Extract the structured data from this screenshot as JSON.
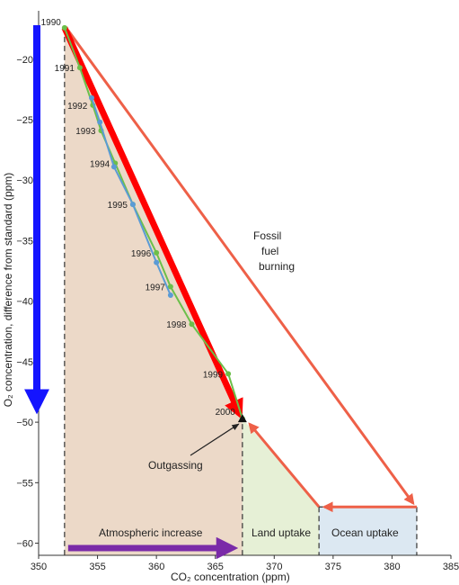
{
  "chart_data": {
    "type": "line",
    "title": "",
    "xlabel": "CO₂ concentration (ppm)",
    "ylabel": "O₂ concentration, difference from standard (ppm)",
    "xlim": [
      350,
      385
    ],
    "ylim": [
      -61,
      -16
    ],
    "xticks": [
      350,
      355,
      360,
      365,
      370,
      375,
      380,
      385
    ],
    "yticks": [
      -20,
      -25,
      -30,
      -35,
      -40,
      -45,
      -50,
      -55,
      -60
    ],
    "grid": false,
    "series": [
      {
        "color": "#6cbf4a",
        "points": [
          {
            "x": 352.2,
            "y": -17.4
          },
          {
            "x": 353.5,
            "y": -20.7
          },
          {
            "x": 354.6,
            "y": -23.8
          },
          {
            "x": 355.3,
            "y": -25.9
          },
          {
            "x": 356.5,
            "y": -28.6
          },
          {
            "x": 358.0,
            "y": -32.0
          },
          {
            "x": 360.0,
            "y": -36.0
          },
          {
            "x": 361.2,
            "y": -38.8
          },
          {
            "x": 363.0,
            "y": -41.9
          },
          {
            "x": 366.1,
            "y": -46.0
          },
          {
            "x": 367.3,
            "y": -49.7
          }
        ]
      },
      {
        "color": "#5b9bd5",
        "points": [
          {
            "x": 354.5,
            "y": -23.2
          },
          {
            "x": 355.2,
            "y": -25.2
          },
          {
            "x": 356.4,
            "y": -28.9
          },
          {
            "x": 358.0,
            "y": -32.0
          },
          {
            "x": 360.0,
            "y": -36.8
          },
          {
            "x": 361.2,
            "y": -39.5
          }
        ]
      }
    ],
    "year_labels": [
      {
        "year": "1990",
        "x": 352.2,
        "y": -17.4
      },
      {
        "year": "1991",
        "x": 353.5,
        "y": -20.7
      },
      {
        "year": "1992",
        "x": 354.6,
        "y": -23.8
      },
      {
        "year": "1993",
        "x": 355.3,
        "y": -25.9
      },
      {
        "year": "1994",
        "x": 356.5,
        "y": -28.6
      },
      {
        "year": "1995",
        "x": 358.0,
        "y": -32.0
      },
      {
        "year": "1996",
        "x": 360.0,
        "y": -36.0
      },
      {
        "year": "1997",
        "x": 361.2,
        "y": -38.8
      },
      {
        "year": "1998",
        "x": 363.0,
        "y": -41.9
      },
      {
        "year": "1999",
        "x": 366.1,
        "y": -46.0
      },
      {
        "year": "2000",
        "x": 367.3,
        "y": -49.7
      }
    ],
    "budget": {
      "start": {
        "x": 352.2,
        "y": -17.4
      },
      "observed_2000": {
        "x": 367.3,
        "y": -49.7
      },
      "fossil_fuel_end": {
        "x": 382.1,
        "y": -57.0
      },
      "land_ocean_corner": {
        "x": 373.8,
        "y": -57.0
      }
    },
    "regions": [
      {
        "label": "Atmospheric increase",
        "x_range": [
          352.2,
          367.3
        ],
        "color": "#ecd9c8"
      },
      {
        "label": "Land uptake",
        "x_range": [
          367.3,
          373.8
        ],
        "color": "#e6f0d6"
      },
      {
        "label": "Ocean uptake",
        "x_range": [
          373.8,
          382.1
        ],
        "color": "#dce8f2"
      }
    ],
    "annotations": {
      "fossil": [
        "Fossil",
        "fuel",
        "burning"
      ],
      "outgassing": "Outgassing"
    },
    "colors": {
      "observed_trend": "#ff0000",
      "budget_arrows": "#ee6048",
      "o2_arrow": "#1414ff",
      "co2_arrow": "#7a2aa8"
    }
  }
}
